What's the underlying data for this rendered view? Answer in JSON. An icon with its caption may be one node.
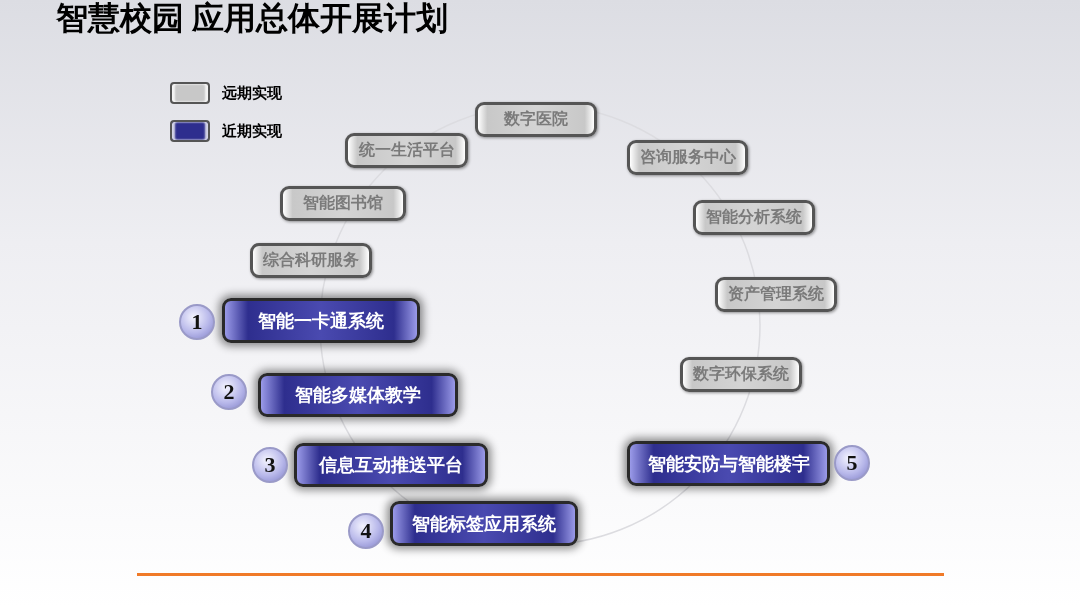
{
  "diagram": {
    "title": "智慧校园 应用总体开展计划",
    "nodes": [
      {
        "text": [
          "数字医院"
        ]
      },
      {
        "text": [
          "统一生活平台"
        ]
      },
      {
        "text": [
          "咨询服务中心"
        ]
      },
      {
        "text": [
          "智能图书馆"
        ]
      },
      {
        "text": [
          "智能分析系统"
        ]
      },
      {
        "text": [
          "综合科研服务"
        ]
      },
      {
        "text": [
          "资产管理系统"
        ]
      },
      {
        "text": [
          "智能一卡通系统"
        ],
        "beside": [
          "1"
        ]
      },
      {
        "text": [
          "数字环保系统"
        ]
      },
      {
        "text": [
          "智能多媒体教学"
        ],
        "beside": [
          "2"
        ]
      },
      {
        "text": [
          "智能安防与智能楼宇"
        ],
        "beside": [
          "5"
        ]
      },
      {
        "text": [
          "信息互动推送平台"
        ],
        "beside": [
          "3"
        ]
      },
      {
        "text": [
          "智能标签应用系统"
        ],
        "beside": [
          "4"
        ]
      }
    ],
    "legend": [
      {
        "text": "远期实现",
        "color": "#c8c8c8"
      },
      {
        "text": "近期实现",
        "color": "#2e2e8e"
      }
    ]
  }
}
